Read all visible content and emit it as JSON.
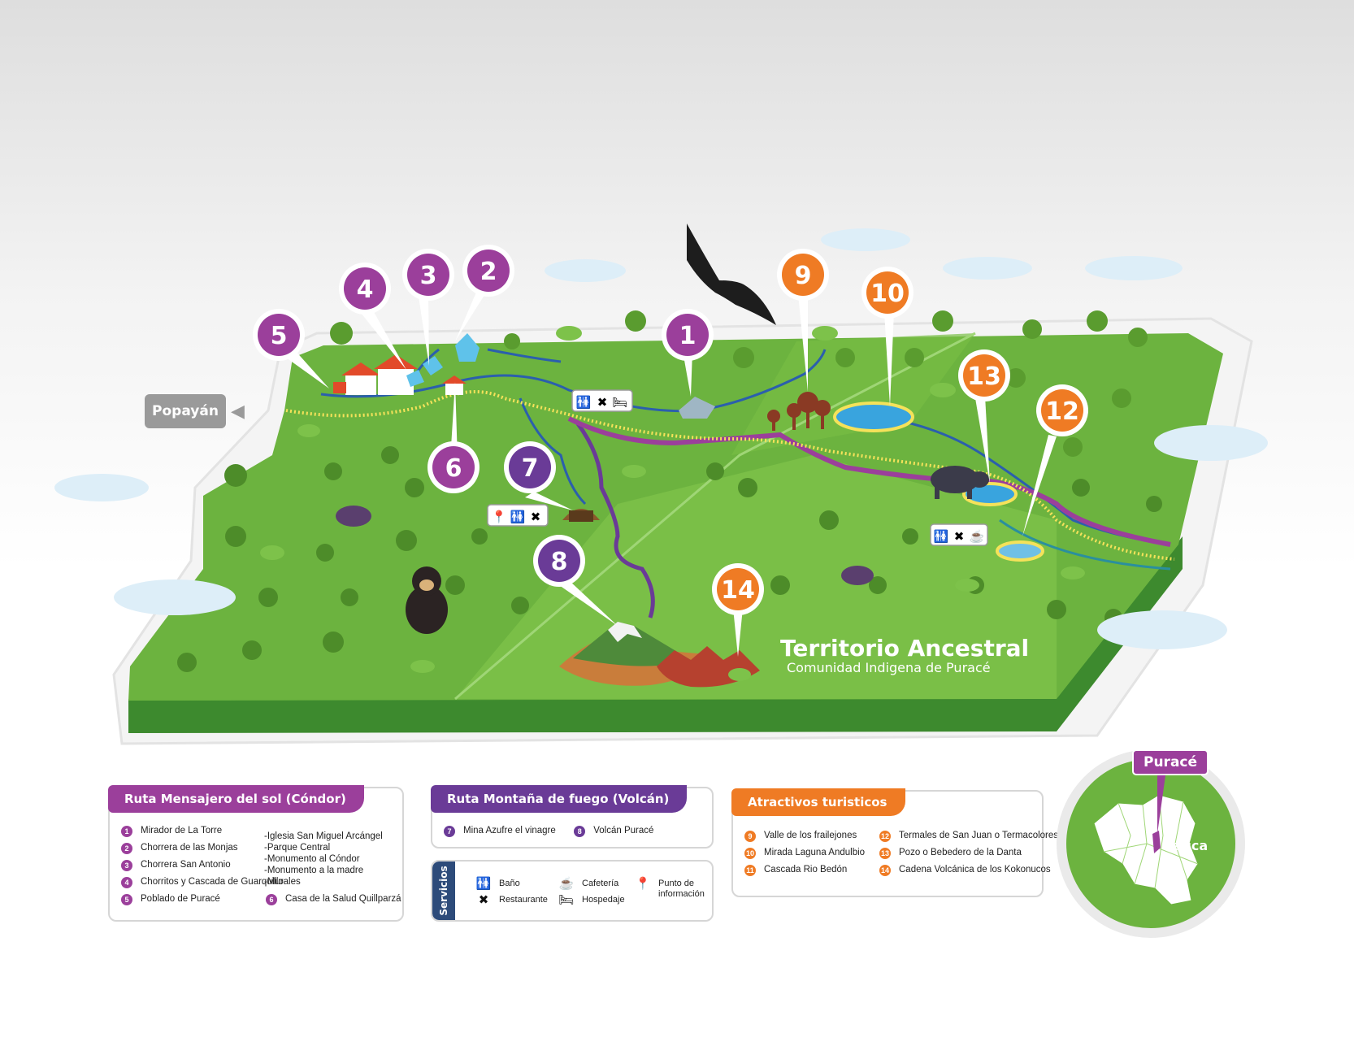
{
  "map": {
    "title": "Territorio Ancestral",
    "subtitle": "Comunidad  Indigena de Puracé",
    "direction_label": "Popayán",
    "pins": [
      {
        "number": "1",
        "route": "condor"
      },
      {
        "number": "2",
        "route": "condor"
      },
      {
        "number": "3",
        "route": "condor"
      },
      {
        "number": "4",
        "route": "condor"
      },
      {
        "number": "5",
        "route": "condor"
      },
      {
        "number": "6",
        "route": "condor"
      },
      {
        "number": "7",
        "route": "volcan"
      },
      {
        "number": "8",
        "route": "volcan"
      },
      {
        "number": "9",
        "route": "atractivos"
      },
      {
        "number": "10",
        "route": "atractivos"
      },
      {
        "number": "12",
        "route": "atractivos"
      },
      {
        "number": "13",
        "route": "atractivos"
      },
      {
        "number": "14",
        "route": "atractivos"
      }
    ],
    "service_icon_groups": [
      [
        "bano-icon",
        "restaurante-icon",
        "hospedaje-icon"
      ],
      [
        "informacion-icon",
        "bano-icon",
        "restaurante-icon"
      ],
      [
        "bano-icon",
        "restaurante-icon",
        "cafeteria-icon"
      ]
    ],
    "colors": {
      "condor_route": "#9b3f9b",
      "volcan_route": "#6a3b97",
      "atractivos": "#ef7b24",
      "trail": "#f5e25a",
      "river": "#2b5fad",
      "grass": "#6cb33f",
      "grass_dark": "#3d8a2e"
    }
  },
  "legend": {
    "condor": {
      "title": "Ruta Mensajero del sol (Cóndor)",
      "items": [
        {
          "number": "1",
          "label": "Mirador de La Torre"
        },
        {
          "number": "2",
          "label": "Chorrera de las Monjas"
        },
        {
          "number": "3",
          "label": "Chorrera San Antonio"
        },
        {
          "number": "4",
          "label": "Chorritos y Cascada de Guarquillo"
        },
        {
          "number": "5",
          "label": "Poblado de Puracé"
        }
      ],
      "poblado_sites": [
        "-Iglesia San Miguel Arcángel",
        "-Parque Central",
        "-Monumento al Cóndor",
        "-Monumento a la madre",
        "-Murales"
      ],
      "extra": {
        "number": "6",
        "label": "Casa de la Salud Quillparzá"
      }
    },
    "volcan": {
      "title": "Ruta Montaña de fuego (Volcán)",
      "items": [
        {
          "number": "7",
          "label": "Mina Azufre el vinagre"
        },
        {
          "number": "8",
          "label": "Volcán Puracé"
        }
      ]
    },
    "servicios": {
      "title": "Servicios",
      "items": [
        {
          "icon": "bano-icon",
          "glyph": "🚻",
          "label": "Baño"
        },
        {
          "icon": "restaurante-icon",
          "glyph": "✖",
          "label": "Restaurante"
        },
        {
          "icon": "cafeteria-icon",
          "glyph": "☕",
          "label": "Cafetería"
        },
        {
          "icon": "hospedaje-icon",
          "glyph": "🛏",
          "label": "Hospedaje"
        },
        {
          "icon": "informacion-icon",
          "glyph": "📍",
          "label": "Punto de información"
        }
      ]
    },
    "atractivos": {
      "title": "Atractivos turisticos",
      "items": [
        {
          "number": "9",
          "label": "Valle de los frailejones"
        },
        {
          "number": "10",
          "label": "Mirada Laguna Andulbio"
        },
        {
          "number": "11",
          "label": "Cascada Rio Bedón"
        },
        {
          "number": "12",
          "label": "Termales de San Juan o Termacolores"
        },
        {
          "number": "13",
          "label": "Pozo o Bebedero de la Danta"
        },
        {
          "number": "14",
          "label": "Cadena Volcánica de los Kokonucos"
        }
      ]
    }
  },
  "locator": {
    "municipality": "Puracé",
    "department": "Cauca"
  }
}
